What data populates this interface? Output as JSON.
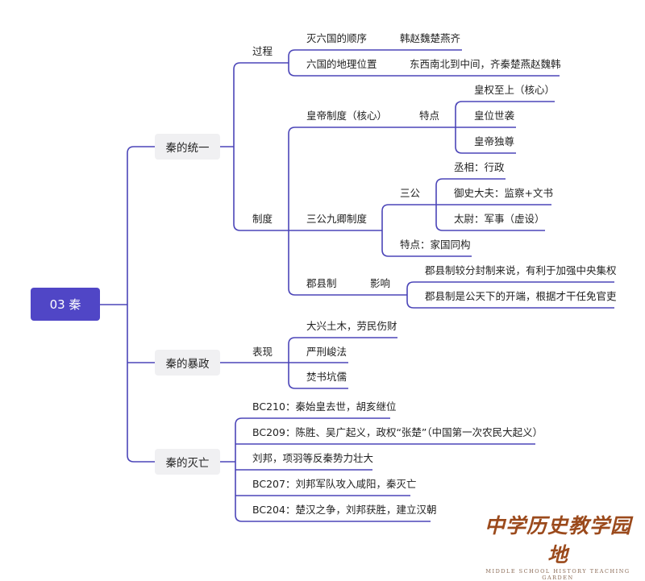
{
  "root": {
    "label": "03 秦"
  },
  "unification": {
    "label": "秦的统一",
    "process": {
      "label": "过程",
      "items": [
        {
          "label": "灭六国的顺序",
          "value": "韩赵魏楚燕齐"
        },
        {
          "label": "六国的地理位置",
          "value": "东西南北到中间，齐秦楚燕赵魏韩"
        }
      ]
    },
    "system": {
      "label": "制度",
      "emperor": {
        "label": "皇帝制度（核心）",
        "feature_label": "特点",
        "features": [
          "皇权至上（核心）",
          "皇位世袭",
          "皇帝独尊"
        ]
      },
      "officials": {
        "label": "三公九卿制度",
        "sangong_label": "三公",
        "sangong": [
          "丞相：行政",
          "御史大夫：监察+文书",
          "太尉：军事（虚设）"
        ],
        "feature": "特点：家国同构"
      },
      "counties": {
        "label": "郡县制",
        "impact_label": "影响",
        "impacts": [
          "郡县制较分封制来说，有利于加强中央集权",
          "郡县制是公天下的开端，根据才干任免官吏"
        ]
      }
    }
  },
  "tyranny": {
    "label": "秦的暴政",
    "manifest_label": "表现",
    "items": [
      "大兴土木，劳民伤财",
      "严刑峻法",
      "焚书坑儒"
    ]
  },
  "fall": {
    "label": "秦的灭亡",
    "items": [
      "BC210：秦始皇去世，胡亥继位",
      "BC209：陈胜、吴广起义，政权“张楚”（中国第一次农民大起义）",
      "刘邦，项羽等反秦势力壮大",
      "BC207：刘邦军队攻入咸阳，秦灭亡",
      "BC204：楚汉之争，刘邦获胜，建立汉朝"
    ]
  },
  "watermark": {
    "cn": "中学历史教学园地",
    "en": "MIDDLE SCHOOL HISTORY TEACHING GARDEN"
  },
  "colors": {
    "line": "#4b45b8",
    "root": "#5046c6",
    "node": "#f0f0f2"
  }
}
